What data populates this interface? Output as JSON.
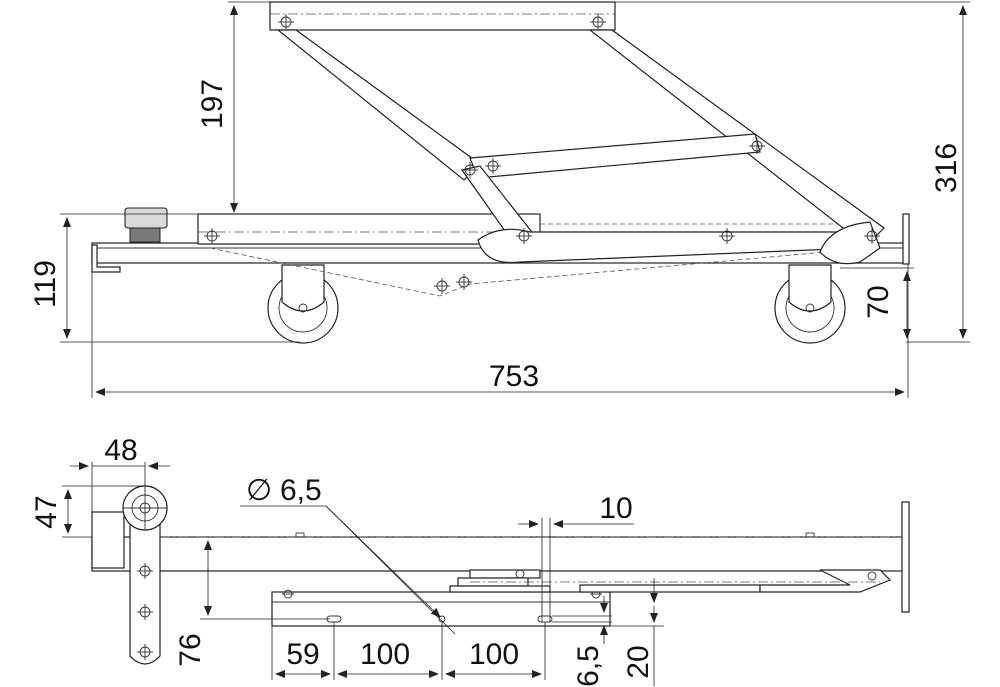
{
  "side_view": {
    "dims": {
      "d197": "197",
      "d316": "316",
      "d119": "119",
      "d70": "70",
      "d753": "753"
    }
  },
  "top_view": {
    "dims": {
      "d48": "48",
      "d47": "47",
      "d6_5_diameter": "6,5",
      "d10": "10",
      "d76": "76",
      "d59": "59",
      "d100a": "100",
      "d100b": "100",
      "d6_5": "6,5",
      "d20": "20"
    },
    "diameter_symbol": "∅"
  }
}
